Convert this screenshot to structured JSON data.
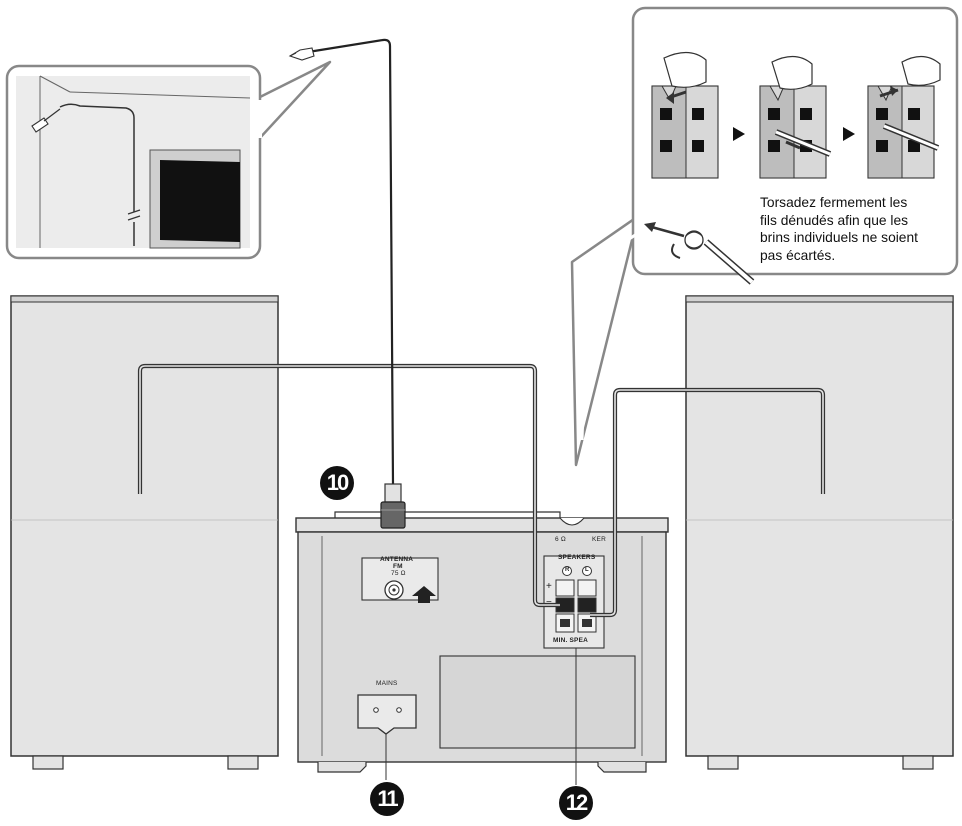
{
  "callouts": {
    "antenna": "10",
    "mains": "11",
    "speakers": "12"
  },
  "labels": {
    "antenna": "ANTENNA",
    "fm": "FM",
    "impedance_antenna": "75 Ω",
    "speakers": "SPEAKERS",
    "impedance_speaker": "6 Ω",
    "speaker_right": "R",
    "speaker_left": "L",
    "plus": "+",
    "minus": "−",
    "speaker_partial_top": "KER",
    "speaker_partial_bottom": "MIN. SPEA",
    "mains": "MAINS"
  },
  "instruction": {
    "lines": [
      "Torsadez fermement les",
      "fils dénudés afin que les",
      "brins individuels ne soient",
      "pas écartés."
    ]
  },
  "colors": {
    "speaker_fill": "#e4e4e4",
    "unit_fill": "#dcdcdc",
    "line": "#333333",
    "badge": "#111111"
  }
}
